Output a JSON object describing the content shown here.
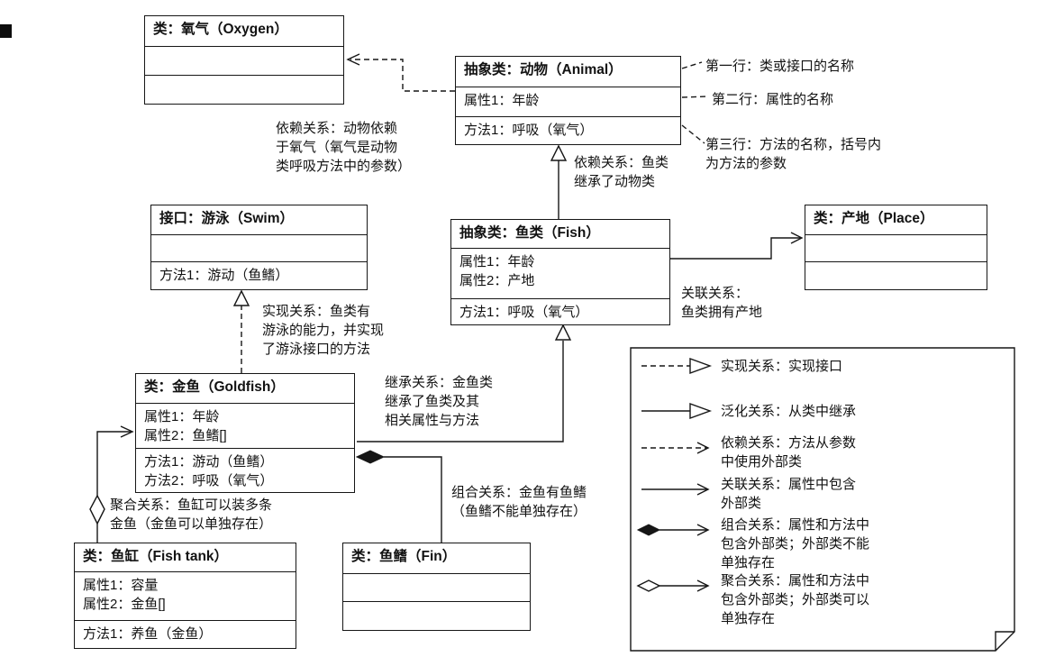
{
  "classes": {
    "oxygen": {
      "title": "类：氧气（Oxygen）"
    },
    "animal": {
      "title": "抽象类：动物（Animal）",
      "attr1": "属性1：年龄",
      "method1": "方法1：呼吸（氧气）"
    },
    "swim": {
      "title": "接口：游泳（Swim）",
      "method1": "方法1：游动（鱼鳍）"
    },
    "fish": {
      "title": "抽象类：鱼类（Fish）",
      "attr1": "属性1：年龄",
      "attr2": "属性2：产地",
      "method1": "方法1：呼吸（氧气）"
    },
    "place": {
      "title": "类：产地（Place）"
    },
    "goldfish": {
      "title": "类：金鱼（Goldfish）",
      "attr1": "属性1：年龄",
      "attr2": "属性2：鱼鳍[]",
      "method1": "方法1：游动（鱼鳍）",
      "method2": "方法2：呼吸（氧气）"
    },
    "fishtank": {
      "title": "类：鱼缸（Fish tank）",
      "attr1": "属性1：容量",
      "attr2": "属性2：金鱼[]",
      "method1": "方法1：养鱼（金鱼）"
    },
    "fin": {
      "title": "类：鱼鳍（Fin）"
    }
  },
  "annotations": {
    "line1": "第一行：类或接口的名称",
    "line2": "第二行：属性的名称",
    "line3": "第三行：方法的名称，括号内\n为方法的参数",
    "dep_oxygen": "依赖关系：动物依赖\n于氧气（氧气是动物\n类呼吸方法中的参数）",
    "dep_fish": "依赖关系：鱼类\n继承了动物类",
    "realize": "实现关系：鱼类有\n游泳的能力，并实现\n了游泳接口的方法",
    "inherit": "继承关系：金鱼类\n继承了鱼类及其\n相关属性与方法",
    "assoc": "关联关系：\n鱼类拥有产地",
    "compose": "组合关系：金鱼有鱼鳍\n（鱼鳍不能单独存在）",
    "aggregate": "聚合关系：鱼缸可以装多条\n金鱼（金鱼可以单独存在）"
  },
  "legend": {
    "realization": "实现关系：实现接口",
    "generalization": "泛化关系：从类中继承",
    "dependency": "依赖关系：方法从参数\n中使用外部类",
    "association": "关联关系：属性中包含\n外部类",
    "composition": "组合关系：属性和方法中\n包含外部类；外部类不能\n单独存在",
    "aggregation": "聚合关系：属性和方法中\n包含外部类；外部类可以\n单独存在"
  },
  "colors": {
    "line": "#161616",
    "background": "#ffffff"
  }
}
